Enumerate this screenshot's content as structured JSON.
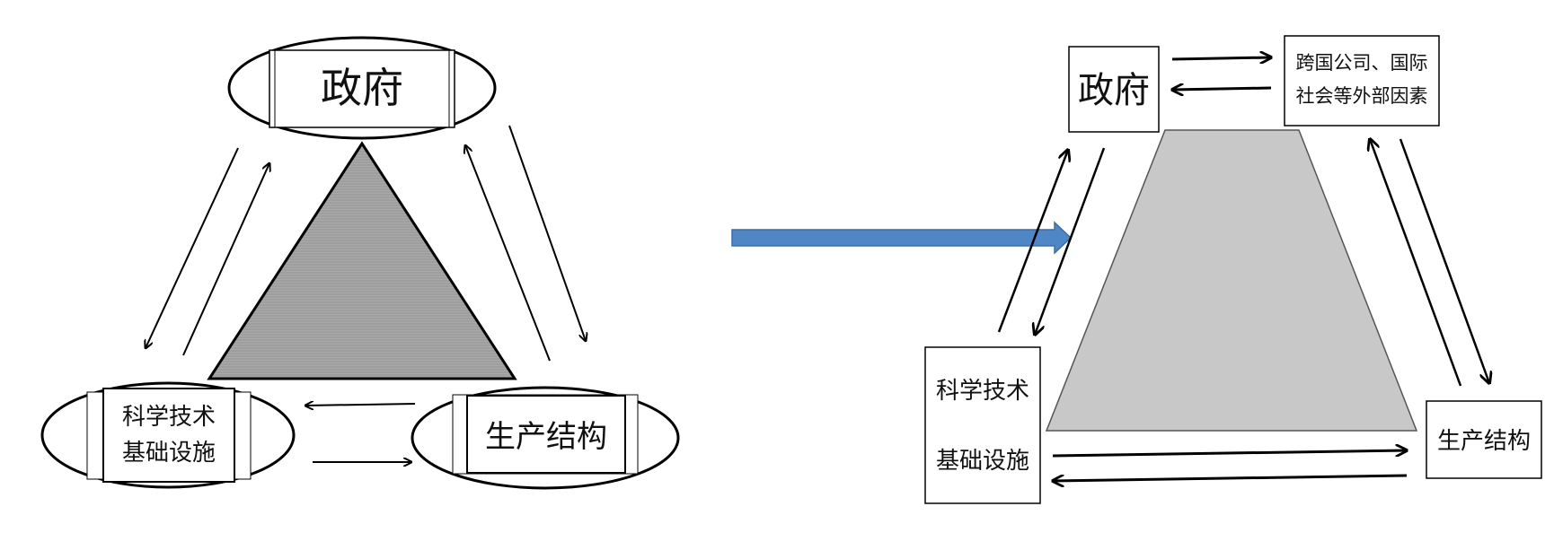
{
  "colors": {
    "stroke": "#000000",
    "triangle_fill": "#a9a9a9",
    "trapezoid_fill": "#c8c8c8",
    "arrow_blue": "#4f86c6",
    "arrow_blue_stroke": "#3a6ea5"
  },
  "left_model": {
    "government": "政府",
    "science_line1": "科学技术",
    "science_line2": "基础设施",
    "production": "生产结构"
  },
  "right_model": {
    "government": "政府",
    "external_line1": "跨国公司、国际",
    "external_line2": "社会等外部因素",
    "science_line1": "科学技术",
    "science_line2": "基础设施",
    "production": "生产结构"
  }
}
